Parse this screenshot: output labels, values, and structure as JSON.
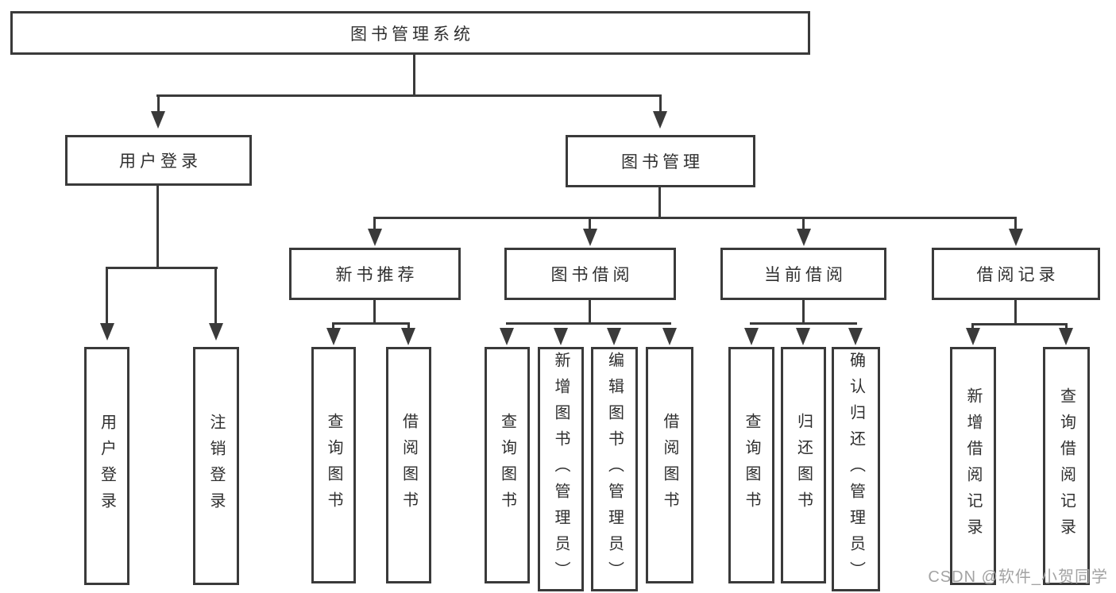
{
  "diagram": {
    "title": "图书管理系统",
    "level1": [
      {
        "label": "用户登录"
      },
      {
        "label": "图书管理"
      }
    ],
    "level2": [
      {
        "label": "新书推荐"
      },
      {
        "label": "图书借阅"
      },
      {
        "label": "当前借阅"
      },
      {
        "label": "借阅记录"
      }
    ],
    "leaves": [
      {
        "label": "用户登录"
      },
      {
        "label": "注销登录"
      },
      {
        "label": "查询图书"
      },
      {
        "label": "借阅图书"
      },
      {
        "label": "查询图书"
      },
      {
        "label": "新增图书（管理员）"
      },
      {
        "label": "编辑图书（管理员）"
      },
      {
        "label": "借阅图书"
      },
      {
        "label": "查询图书"
      },
      {
        "label": "归还图书"
      },
      {
        "label": "确认归还（管理员）"
      },
      {
        "label": "新增借阅记录"
      },
      {
        "label": "查询借阅记录"
      }
    ],
    "watermark": "CSDN @软件_小贺同学",
    "colors": {
      "line": "#3a3a3a",
      "text": "#2f2f2f",
      "watermark": "#a3a3a3",
      "background": "#ffffff"
    }
  }
}
